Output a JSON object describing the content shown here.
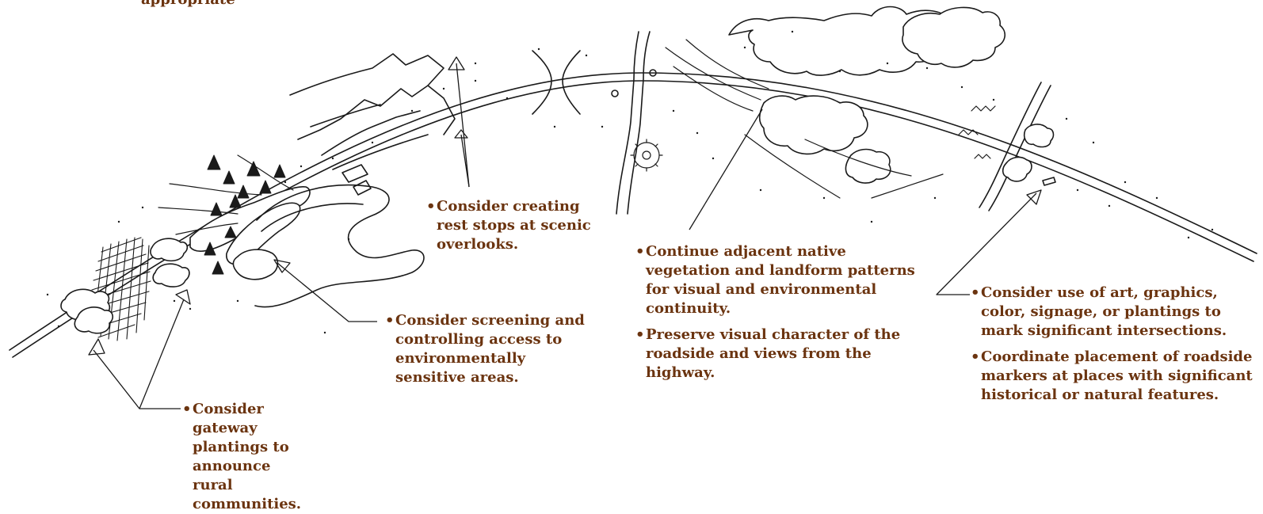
{
  "header": {
    "partial_text": "appropriate"
  },
  "annotations": {
    "gateway": "Consider gateway plantings to announce rural communities.",
    "screening": "Consider screening and controlling access to environmentally sensitive areas.",
    "rest_stops": "Consider creating rest stops at scenic overlooks.",
    "vegetation": "Continue adjacent native vegetation and landform patterns for visual and environmental continuity.",
    "visual_character": "Preserve visual character of the roadside and views from the highway.",
    "intersections": "Consider use of art, graphics, color, signage, or plantings to mark significant intersections.",
    "markers": "Coordinate placement of roadside markers at places with significant historical or natural features."
  },
  "colors": {
    "text": "#6b3410",
    "ink": "#1a1a1a",
    "background": "#ffffff"
  }
}
